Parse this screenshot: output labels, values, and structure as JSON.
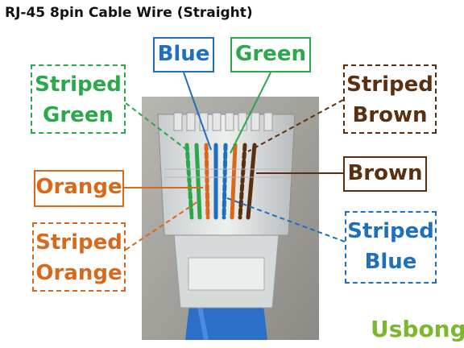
{
  "title": "RJ-45 8pin Cable Wire (Straight)",
  "labels": {
    "blue": "Blue",
    "green": "Green",
    "striped_green": [
      "Striped",
      "Green"
    ],
    "striped_brown": [
      "Striped",
      "Brown"
    ],
    "orange": "Orange",
    "brown": "Brown",
    "striped_orange": [
      "Striped",
      "Orange"
    ],
    "striped_blue": [
      "Striped",
      "Blue"
    ]
  },
  "brand": {
    "name": "Usbong",
    "tm": "™"
  },
  "colors": {
    "blue": "#1f6fbf",
    "green": "#2aa84a",
    "orange": "#d9681b",
    "brown": "#5a3010",
    "brand": "#7cb82f"
  }
}
